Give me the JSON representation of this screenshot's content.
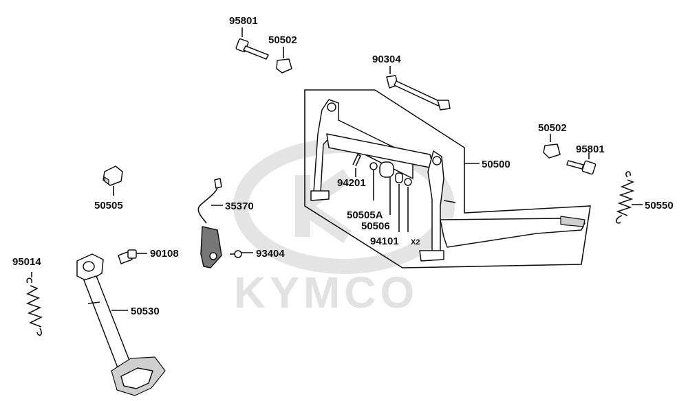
{
  "watermark": {
    "brand": "KYMCO"
  },
  "callouts": {
    "p95801_top": "95801",
    "p50502_top": "50502",
    "p90304": "90304",
    "p50502_right": "50502",
    "p95801_right": "95801",
    "p50500": "50500",
    "p50505": "50505",
    "p35370": "35370",
    "p94201": "94201",
    "p50505A": "50505A",
    "p50506": "50506",
    "p94101": "94101",
    "p94101_qty": "X2",
    "p50550": "50550",
    "p95014": "95014",
    "p90108": "90108",
    "p93404": "93404",
    "p50530": "50530"
  }
}
